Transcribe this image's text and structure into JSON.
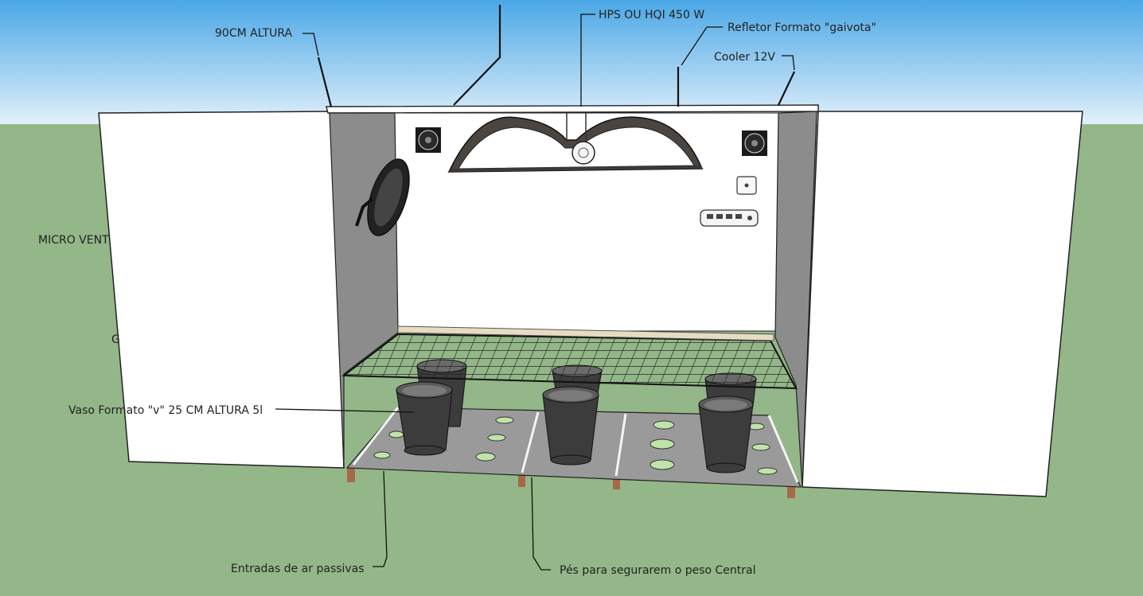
{
  "labels": {
    "height": "90CM ALTURA",
    "lamp": "HPS OU HQI 450 W",
    "reflector": "Refletor Formato \"gaivota\"",
    "cooler": "Cooler 12V",
    "micro_fan": "MICRO VENT",
    "g_partial": "G",
    "pot": "Vaso Formato \"v\" 25 CM ALTURA 5l",
    "air_inlets": "Entradas de ar passivas",
    "feet": "Pés para segurarem o peso Central"
  },
  "colors": {
    "sky_top": "#4aa7e6",
    "sky_bottom": "#e4f1fb",
    "ground": "#93b788",
    "panel": "#ffffff",
    "side_wall": "#8c8c8c",
    "floor_tray": "#9a9a9a",
    "pot": "#3c3c3c",
    "hole": "#bfe3a8",
    "foot": "#a46a45",
    "reflector": "#4a4540"
  },
  "icons": [
    "cooler-fan-icon",
    "micro-fan-icon",
    "lamp-bulb-icon",
    "timer-icon",
    "power-strip-icon"
  ]
}
